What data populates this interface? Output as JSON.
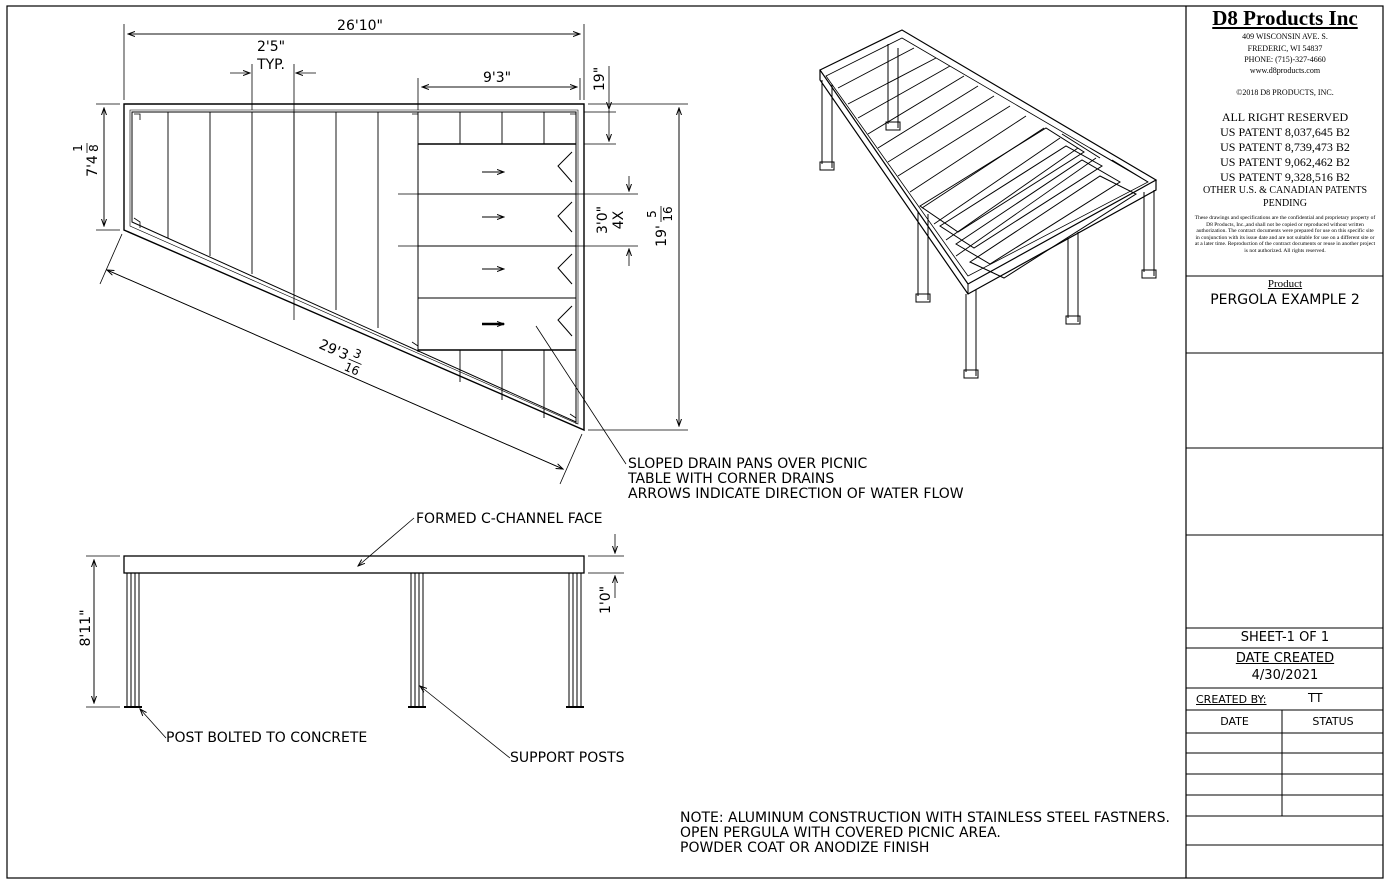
{
  "company": {
    "name": "D8 Products Inc",
    "address_line1": "409 WISCONSIN AVE. S.",
    "address_line2": "FREDERIC, WI 54837",
    "phone": "PHONE: (715)-327-4660",
    "website": "www.d8products.com",
    "copyright": "©2018 D8 PRODUCTS, INC.",
    "rights": "ALL RIGHT RESERVED",
    "patents": [
      "US PATENT 8,037,645 B2",
      "US PATENT 8,739,473 B2",
      "US PATENT 9,062,462 B2",
      "US PATENT 9,328,516 B2"
    ],
    "other_patents": "OTHER U.S. & CANADIAN PATENTS",
    "pending": "PENDING",
    "legal": "These drawings and specifications are the confidential and proprietary property of D8 Products, Inc.,and shall not be copied or reproduced without written authorization. The contract documents were prepared for use on this specific site in conjunction with its issue date and are not suitable for use on a different site or at a later time. Reproduction of the contract documents or reuse in another project is not authorized. All rights reserved."
  },
  "product": {
    "label": "Product",
    "name": "PERGOLA EXAMPLE 2"
  },
  "sheet": {
    "sheet": "SHEET-1 OF 1",
    "date_created_label": "DATE CREATED",
    "date_created": "4/30/2021",
    "created_by_label": "CREATED BY:",
    "created_by": "TT",
    "date_col": "DATE",
    "status_col": "STATUS"
  },
  "dimensions": {
    "overall_width": "26'10\"",
    "typ_spacing": "2'5\"",
    "typ": "TYP.",
    "covered_width": "9'3\"",
    "edge_offset": "19\"",
    "left_depth_whole": "7'4",
    "left_depth_num": "1",
    "left_depth_den": "8",
    "pan_width": "3'0\"",
    "pan_count": "4X",
    "right_depth_whole": "19'",
    "right_depth_num": "5",
    "right_depth_den": "16",
    "diagonal_whole": "29'3",
    "diagonal_num": "3",
    "diagonal_den": "16",
    "height": "8'11\"",
    "face_height": "1'0\""
  },
  "notes": {
    "drain_pans": [
      "SLOPED DRAIN PANS OVER PICNIC",
      "TABLE WITH CORNER DRAINS",
      "ARROWS INDICATE DIRECTION OF WATER FLOW"
    ],
    "channel_face": "FORMED C-CHANNEL FACE",
    "post_bolted": "POST BOLTED TO CONCRETE",
    "support_posts": "SUPPORT POSTS",
    "general": [
      "NOTE: ALUMINUM CONSTRUCTION WITH STAINLESS STEEL FASTNERS.",
      "OPEN PERGULA WITH COVERED PICNIC AREA.",
      "POWDER COAT OR ANODIZE FINISH"
    ]
  }
}
